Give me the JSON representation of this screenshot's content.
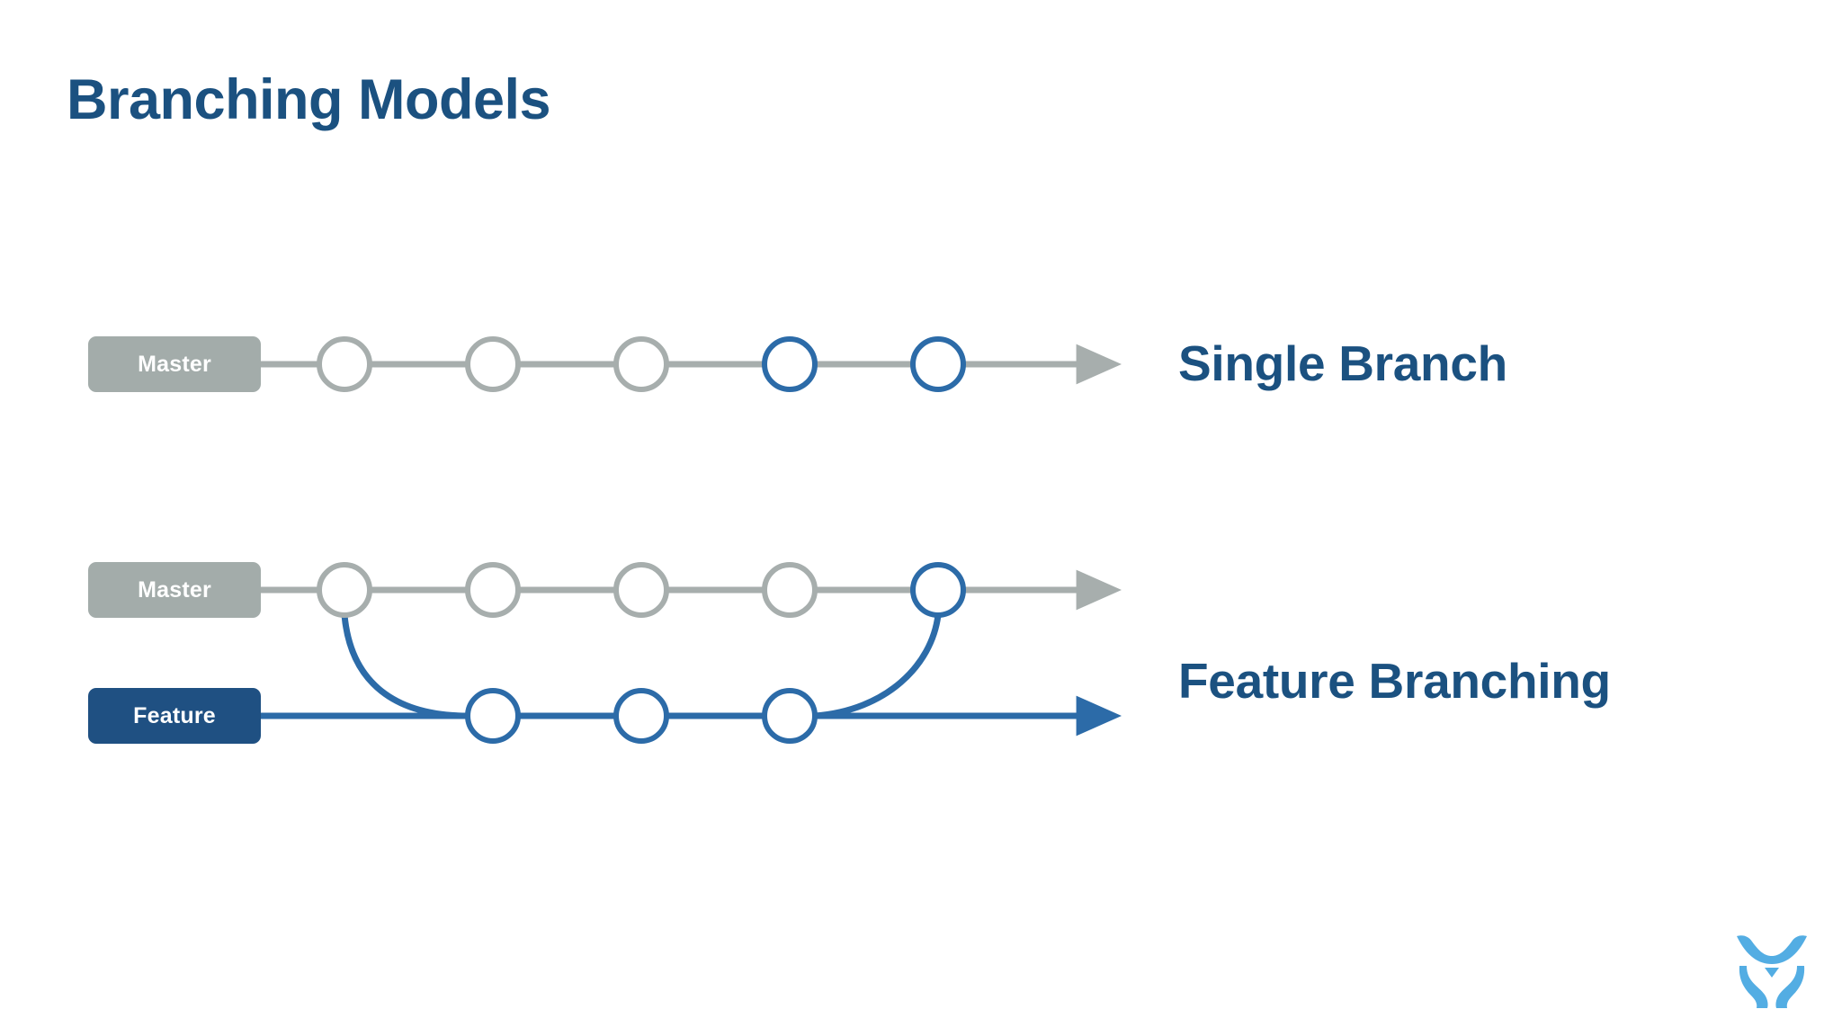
{
  "slide": {
    "title": "Branching Models",
    "background_color": "#FFFFFF",
    "title_color": "#1B5180"
  },
  "palette": {
    "title_blue": "#1B5180",
    "master_gray": "#A3ACAA",
    "line_gray": "#A7AEAD",
    "feature_blue": "#1F5082",
    "commit_blue": "#2C6BA8",
    "logo_blue": "#53ADE3",
    "commit_fill": "#FFFFFF"
  },
  "diagrams": [
    {
      "id": "single-branch",
      "caption": "Single Branch",
      "branches": [
        {
          "name": "master",
          "badge_label": "Master",
          "badge_color": "#A3ACAA",
          "line_color": "#A7AEAD",
          "commits": [
            {
              "index": 1,
              "state": "past",
              "color": "#A7AEAD"
            },
            {
              "index": 2,
              "state": "past",
              "color": "#A7AEAD"
            },
            {
              "index": 3,
              "state": "past",
              "color": "#A7AEAD"
            },
            {
              "index": 4,
              "state": "recent",
              "color": "#2C6BA8"
            },
            {
              "index": 5,
              "state": "recent",
              "color": "#2C6BA8"
            }
          ]
        }
      ]
    },
    {
      "id": "feature-branching",
      "caption": "Feature Branching",
      "branches": [
        {
          "name": "master",
          "badge_label": "Master",
          "badge_color": "#A3ACAA",
          "line_color": "#A7AEAD",
          "commits": [
            {
              "index": 1,
              "state": "past",
              "color": "#A7AEAD"
            },
            {
              "index": 2,
              "state": "past",
              "color": "#A7AEAD"
            },
            {
              "index": 3,
              "state": "past",
              "color": "#A7AEAD"
            },
            {
              "index": 4,
              "state": "past",
              "color": "#A7AEAD"
            },
            {
              "index": 5,
              "state": "merge",
              "color": "#2C6BA8"
            }
          ]
        },
        {
          "name": "feature",
          "badge_label": "Feature",
          "badge_color": "#1F5082",
          "line_color": "#2C6BA8",
          "commits": [
            {
              "index": 1,
              "state": "commit",
              "color": "#2C6BA8"
            },
            {
              "index": 2,
              "state": "commit",
              "color": "#2C6BA8"
            },
            {
              "index": 3,
              "state": "commit",
              "color": "#2C6BA8"
            }
          ]
        }
      ],
      "connectors": [
        {
          "type": "branch-off",
          "from": "master.1",
          "to": "feature.1",
          "color": "#2C6BA8"
        },
        {
          "type": "merge-back",
          "from": "feature.3",
          "to": "master.5",
          "color": "#2C6BA8"
        }
      ]
    }
  ],
  "logo": {
    "name": "brand-logo",
    "color": "#53ADE3"
  }
}
